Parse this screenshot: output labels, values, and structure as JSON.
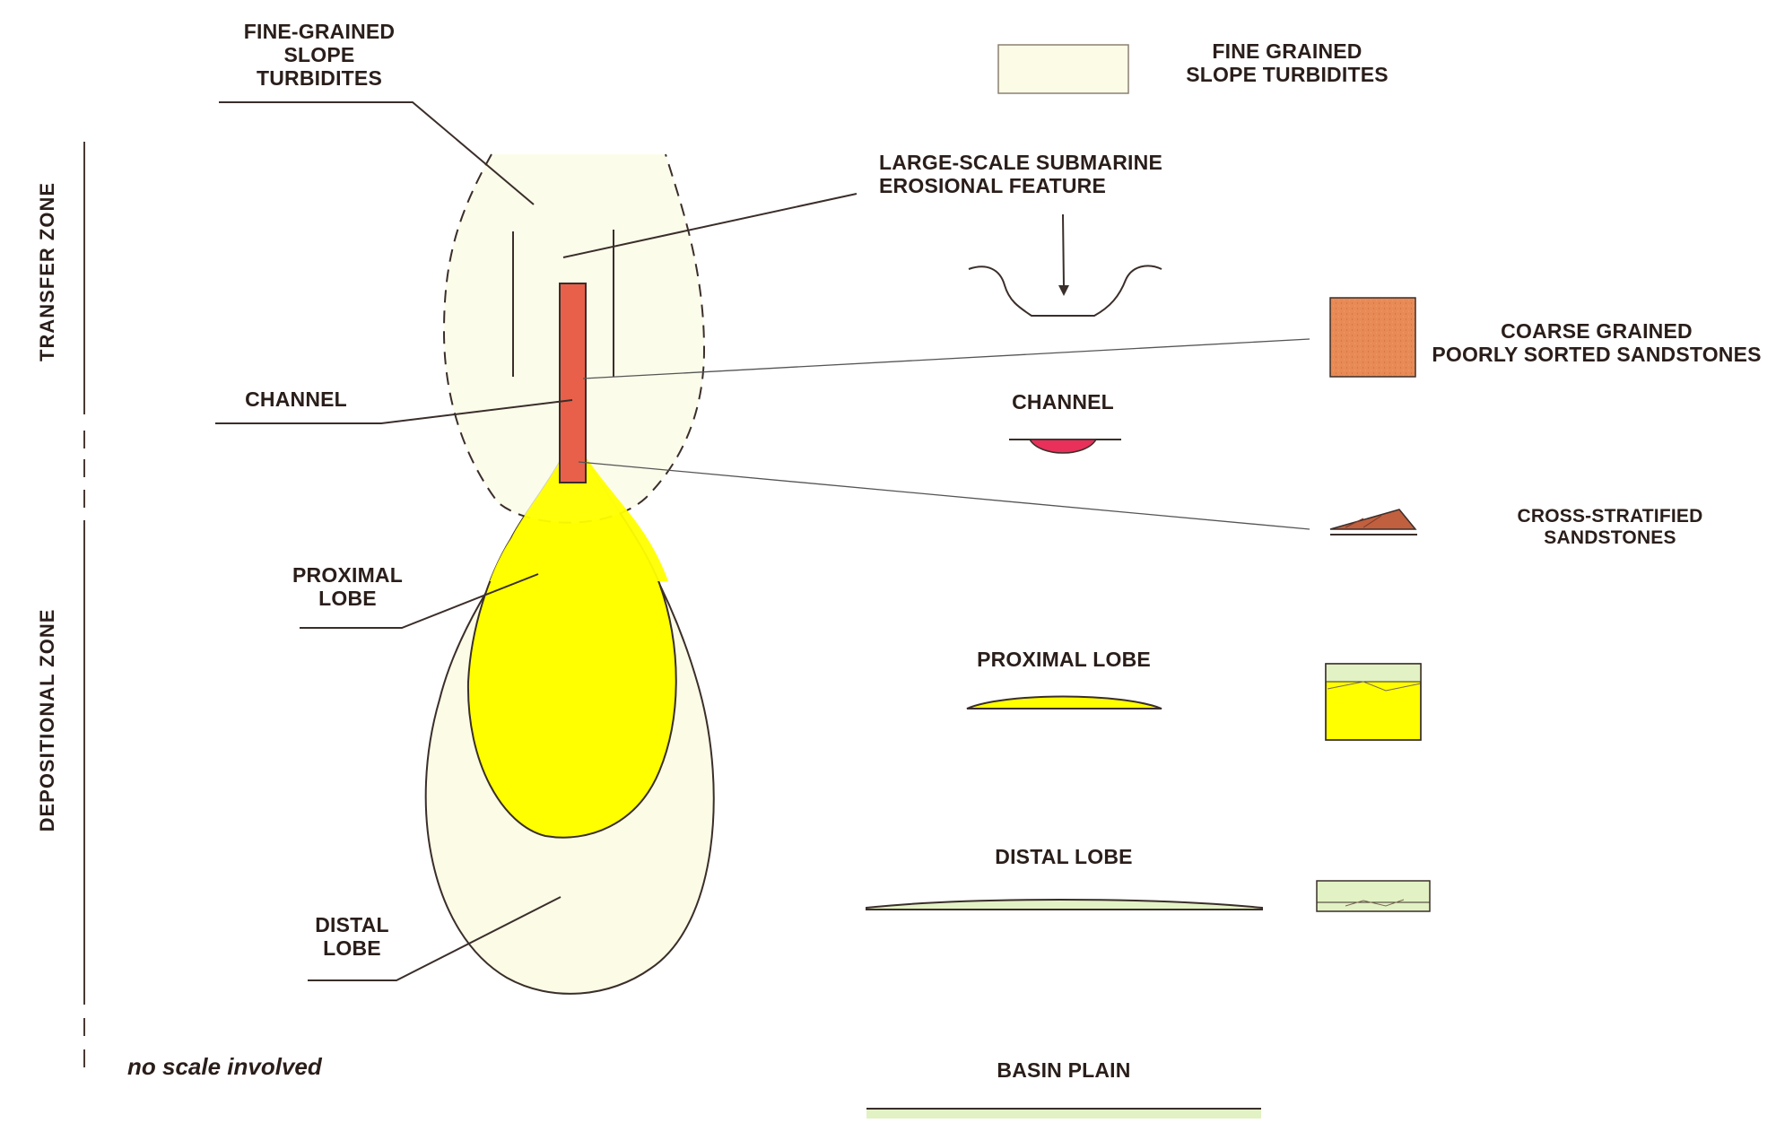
{
  "colors": {
    "ink": "#2a1e1a",
    "fine_grained_fill": "#fbfbe6",
    "lobe_yellow": "#ffff00",
    "channel_red": "#e8604a",
    "coarse_orange": "#e88a55",
    "cross_strat_brown": "#c0603f",
    "channel_pink": "#e8305a"
  },
  "map": {
    "fine_grained_slope_turbidites": "FINE-GRAINED\nSLOPE\nTURBIDITES",
    "channel": "CHANNEL",
    "proximal_lobe": "PROXIMAL\nLOBE",
    "distal_lobe": "DISTAL\nLOBE",
    "no_scale": "no scale involved"
  },
  "zones": {
    "transfer": "TRANSFER ZONE",
    "depositional": "DEPOSITIONAL  ZONE"
  },
  "legend": {
    "fine_grained": "FINE GRAINED\nSLOPE TURBIDITES",
    "erosional": "LARGE-SCALE SUBMARINE\nEROSIONAL FEATURE",
    "coarse": "COARSE GRAINED\nPOORLY SORTED SANDSTONES",
    "channel": "CHANNEL",
    "cross_stratified": "CROSS-STRATIFIED\nSANDSTONES",
    "proximal_lobe": "PROXIMAL LOBE",
    "distal_lobe": "DISTAL LOBE",
    "basin_plain": "BASIN PLAIN"
  }
}
